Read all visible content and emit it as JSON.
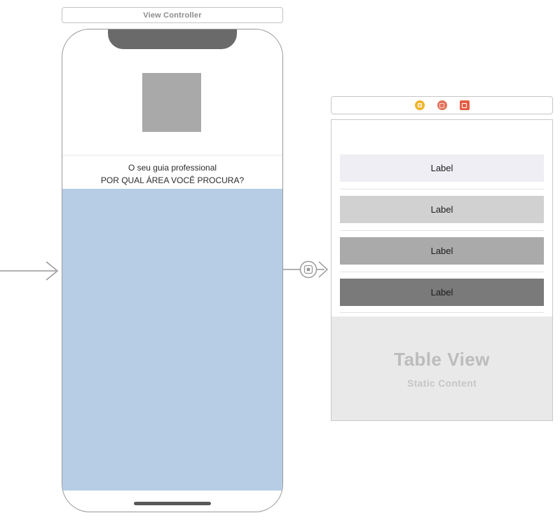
{
  "scene": {
    "title": "View Controller"
  },
  "phone": {
    "heading_line1": "O seu guia professional",
    "heading_line2": "POR QUAL ÁREA VOCÊ PROCURA?",
    "colors": {
      "content_blue": "#b7cde6",
      "image_placeholder_gray": "#a9a9a9",
      "notch_gray": "#6a6a6a"
    }
  },
  "dock": {
    "icons": [
      {
        "name": "view-controller-icon",
        "color": "#f0b42c"
      },
      {
        "name": "first-responder-icon",
        "color": "#e2735c"
      },
      {
        "name": "exit-icon",
        "color": "#e35f44"
      }
    ]
  },
  "table_view": {
    "rows": [
      {
        "label": "Label",
        "bg": "#eeeef4"
      },
      {
        "label": "Label",
        "bg": "#d1d1d1"
      },
      {
        "label": "Label",
        "bg": "#aaaaaa"
      },
      {
        "label": "Label",
        "bg": "#7a7a7a"
      }
    ],
    "footer": {
      "title": "Table View",
      "subtitle": "Static Content"
    }
  }
}
